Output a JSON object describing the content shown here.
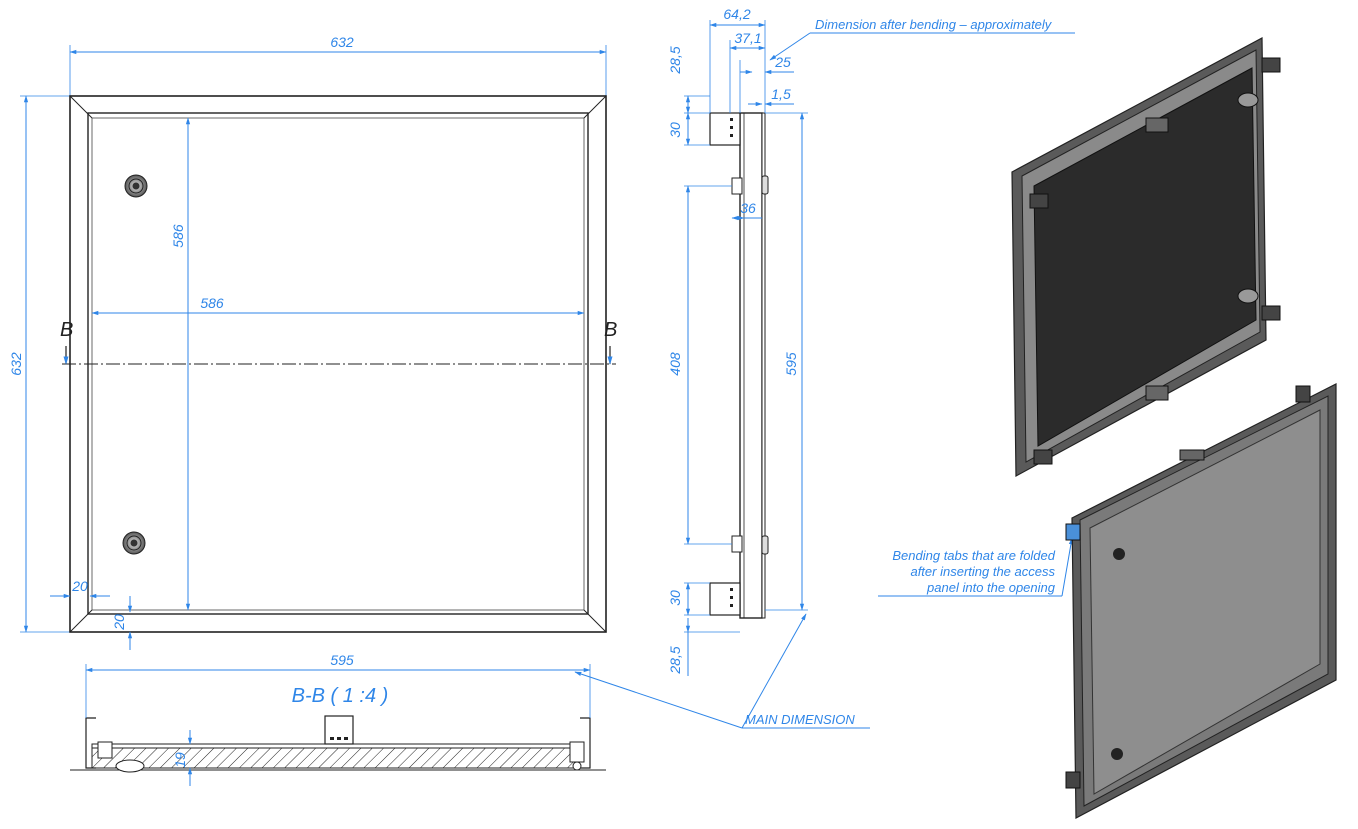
{
  "colors": {
    "dimension": "#2f86e8",
    "outline": "#222222",
    "panel_dark": "#2b2b2b",
    "panel_light": "#8e8e8e",
    "frame": "#5a5a5a"
  },
  "front_view": {
    "dims": {
      "overall_width": "632",
      "overall_height": "632",
      "inner_width": "586",
      "inner_height": "586",
      "margin_left": "20",
      "margin_bottom": "20"
    },
    "section_mark_left": "B",
    "section_mark_right": "B"
  },
  "side_view": {
    "dims": {
      "depth_total": "64,2",
      "depth_mid": "37,1",
      "depth_small": "25",
      "thickness": "1,5",
      "top_offset": "28,5",
      "top_tab": "30",
      "hinge_offset": "36",
      "hinge_span": "408",
      "main_height": "595",
      "bottom_tab": "30",
      "bottom_offset": "28,5"
    }
  },
  "section_view": {
    "title": "B-B ( 1 :4 )",
    "dims": {
      "width": "595",
      "depth": "19"
    }
  },
  "notes": {
    "bending": "Dimension after bending – approximately",
    "main_dimension": "MAIN DIMENSION",
    "tabs_line1": "Bending tabs that are folded",
    "tabs_line2": "after inserting the access",
    "tabs_line3": "panel into the opening"
  },
  "icons": {
    "lock_top": "quarter-turn-lock-icon",
    "lock_bottom": "quarter-turn-lock-icon"
  }
}
